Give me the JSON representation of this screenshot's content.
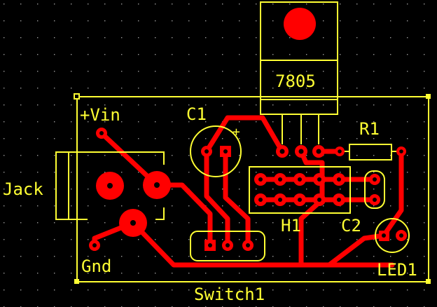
{
  "labels": {
    "vin": "+Vin",
    "c1": "C1",
    "c1_polarity": "+",
    "regulator": "7805",
    "r1": "R1",
    "jack": "Jack",
    "h1": "H1",
    "c2": "C2",
    "gnd": "Gnd",
    "led1": "LED1",
    "switch1": "Switch1"
  },
  "colors": {
    "background": "#000000",
    "copper": "#ff0000",
    "silkscreen": "#ffff33",
    "grid_dot": "#9a9a9a",
    "drill": "#000000"
  }
}
